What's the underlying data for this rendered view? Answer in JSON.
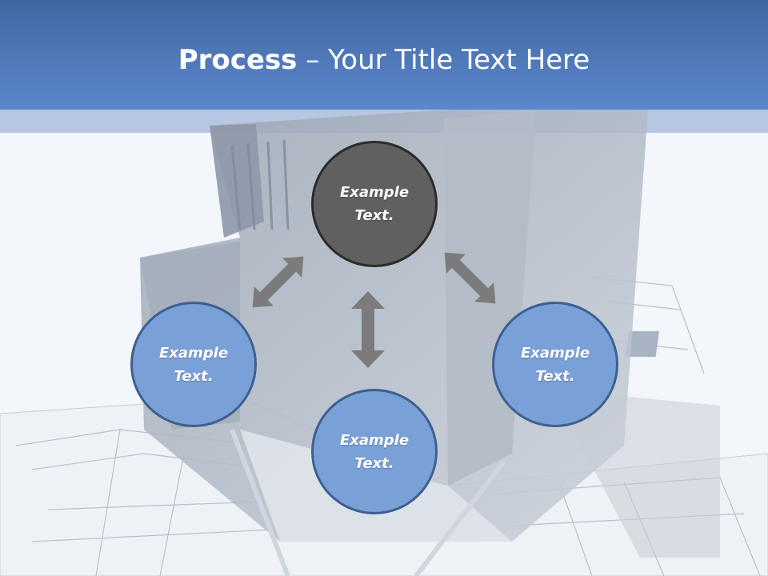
{
  "slide": {
    "title_bold": "Process",
    "title_rest": " – Your Title Text Here"
  },
  "nodes": [
    {
      "label": "Example Text."
    },
    {
      "label": "Example Text."
    },
    {
      "label": "Example Text."
    },
    {
      "label": "Example Text."
    }
  ],
  "colors": {
    "header": "#4f78b8",
    "band": "#b6c6e3",
    "center_node": "#606060",
    "outer_node": "#7aa0d8",
    "arrow": "#7b7b7b"
  }
}
